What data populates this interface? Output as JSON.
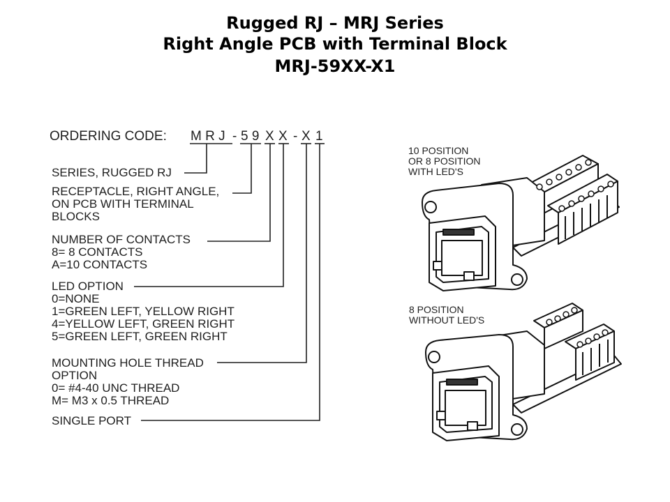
{
  "title": {
    "line1": "Rugged RJ – MRJ Series",
    "line2": "Right Angle PCB with Terminal Block",
    "line3": "MRJ-59XX-X1"
  },
  "ordering_code": {
    "label": "ORDERING CODE:",
    "segments": [
      "M R J",
      "-",
      "5 9",
      "X",
      "X",
      "-",
      "X",
      "1"
    ]
  },
  "fields": [
    {
      "name": "series",
      "lines": [
        "SERIES, RUGGED RJ"
      ]
    },
    {
      "name": "receptacle",
      "lines": [
        "RECEPTACLE, RIGHT ANGLE,",
        "ON PCB WITH TERMINAL",
        "BLOCKS"
      ]
    },
    {
      "name": "contacts",
      "lines": [
        "NUMBER OF CONTACTS",
        "8= 8 CONTACTS",
        "A=10 CONTACTS"
      ]
    },
    {
      "name": "led",
      "lines": [
        "LED OPTION",
        "0=NONE",
        "1=GREEN LEFT, YELLOW RIGHT",
        "4=YELLOW LEFT, GREEN RIGHT",
        "5=GREEN LEFT, GREEN RIGHT"
      ]
    },
    {
      "name": "mounting",
      "lines": [
        "MOUNTING HOLE THREAD",
        "OPTION",
        "0=  #4-40 UNC THREAD",
        "M= M3 x 0.5 THREAD"
      ]
    },
    {
      "name": "port",
      "lines": [
        "SINGLE PORT"
      ]
    }
  ],
  "figures": [
    {
      "caption": [
        "10 POSITION",
        "OR 8 POSITION",
        "WITH LED'S"
      ]
    },
    {
      "caption": [
        "8 POSITION",
        "WITHOUT LED'S"
      ]
    }
  ]
}
